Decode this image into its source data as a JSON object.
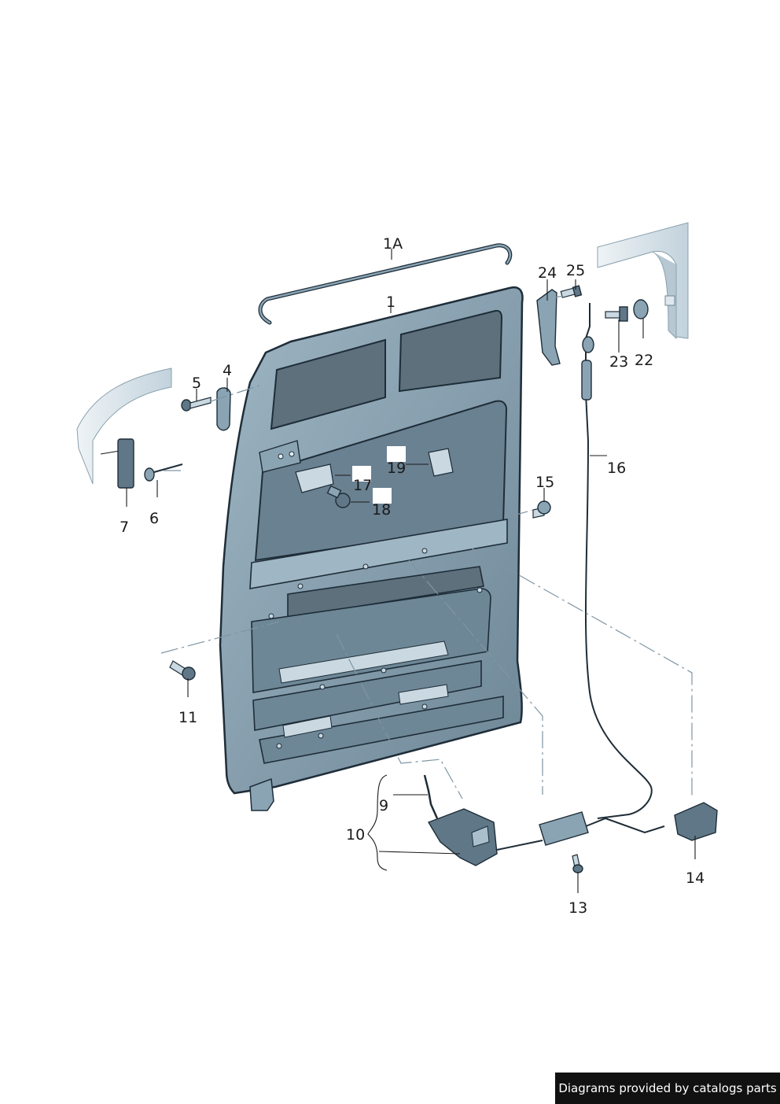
{
  "diagram": {
    "callouts": [
      "1",
      "1A",
      "24",
      "25",
      "23",
      "22",
      "5",
      "4",
      "7",
      "6",
      "17",
      "18",
      "19",
      "15",
      "16",
      "11",
      "9",
      "10",
      "13",
      "14"
    ]
  },
  "footer": {
    "credit": "Diagrams provided by catalogs parts"
  },
  "colors": {
    "part_fill": "#8aa4b4",
    "part_dark": "#5f7787",
    "outline": "#1e2d38",
    "leader_dash": "#7f95a3",
    "footer_bg": "#111111"
  }
}
